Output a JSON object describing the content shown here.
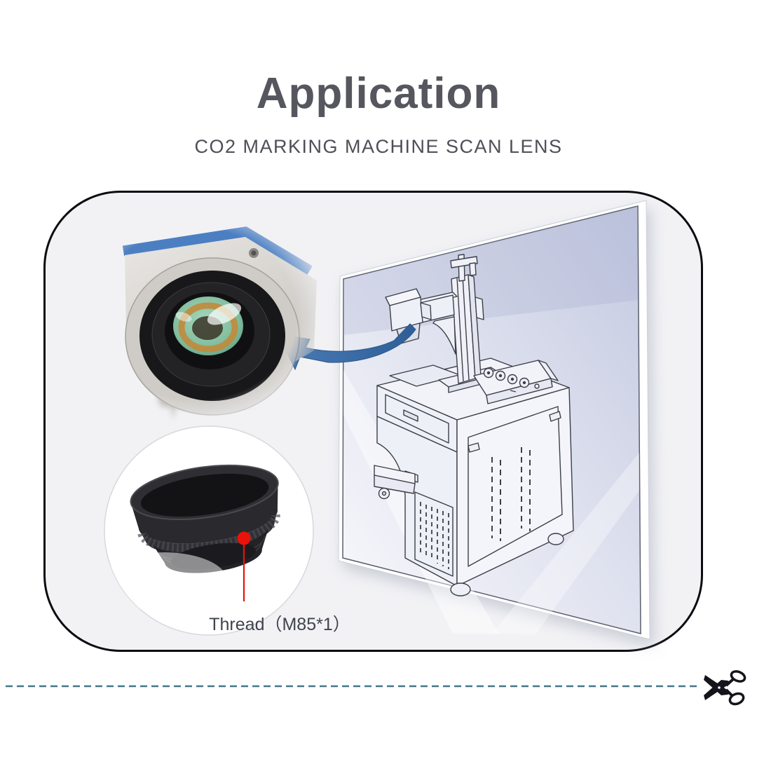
{
  "header": {
    "title": "Application",
    "subtitle": "CO2 MARKING MACHINE SCAN LENS"
  },
  "card": {
    "annotation": {
      "thread_label": "Thread（M85*1）"
    },
    "icons": {
      "curved_arrow": "curved-arrow-icon",
      "thread_marker": "thread-marker-dot"
    }
  },
  "footer": {
    "icons": {
      "scissors": "scissors-icon",
      "cut_line": "dashed-cut-line"
    }
  },
  "colors": {
    "accent_red": "#ea120a",
    "arrow_blue": "#3b6ba6",
    "cut_line_teal": "#45768b",
    "panel_lavender": "#c5cadf",
    "head_stripe_blue": "#4c7fc2",
    "title_gray": "#55565e"
  }
}
